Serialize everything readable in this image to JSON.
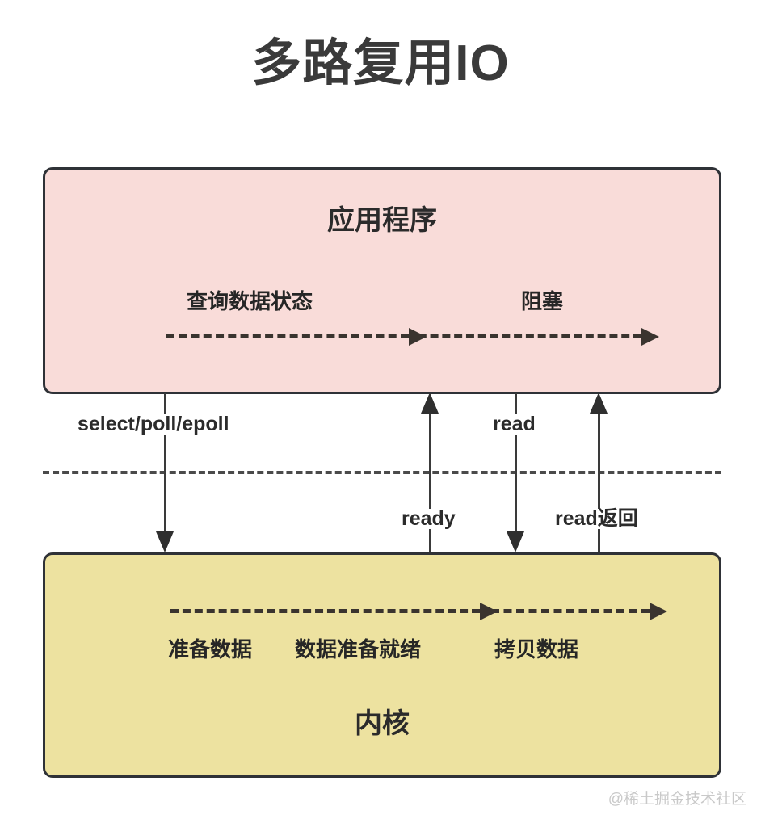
{
  "title": "多路复用IO",
  "colors": {
    "application_box_fill": "#F9DCD9",
    "kernel_box_fill": "#EDE2A0",
    "box_border": "#2F3237",
    "arrow": "#3A342F",
    "text": "#2B2B2B",
    "watermark": "#C9C9C9",
    "background": "#FFFFFF"
  },
  "application": {
    "box_title": "应用程序",
    "steps": [
      {
        "label": "查询数据状态"
      },
      {
        "label": "阻塞"
      }
    ]
  },
  "kernel": {
    "box_title": "内核",
    "steps": [
      {
        "label": "准备数据"
      },
      {
        "label": "数据准备就绪"
      },
      {
        "label": "拷贝数据"
      }
    ]
  },
  "transitions": [
    {
      "label": "select/poll/epoll",
      "direction": "down"
    },
    {
      "label": "ready",
      "direction": "up"
    },
    {
      "label": "read",
      "direction": "down"
    },
    {
      "label": "read返回",
      "direction": "up"
    }
  ],
  "watermark": "@稀土掘金技术社区"
}
